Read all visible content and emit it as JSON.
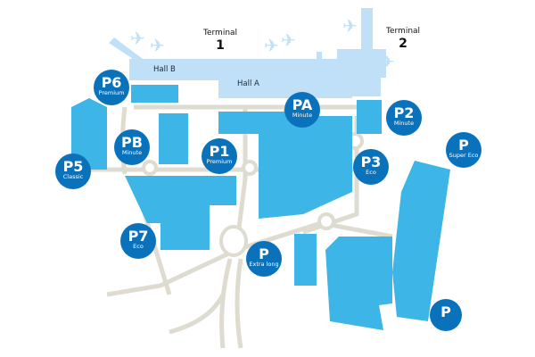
{
  "colors": {
    "parking": "#3db5e6",
    "terminal": "#bfe0f6",
    "road": "#dedcd0",
    "pin": "#0a72bb"
  },
  "terminals": [
    {
      "label": "Terminal",
      "number": "1"
    },
    {
      "label": "Terminal",
      "number": "2"
    }
  ],
  "halls": [
    {
      "label": "Hall B"
    },
    {
      "label": "Hall A"
    }
  ],
  "parkings": [
    {
      "code": "P6",
      "sub": "Premium",
      "icon": "roof-icon"
    },
    {
      "code": "PA",
      "sub": "Minute"
    },
    {
      "code": "P2",
      "sub": "Minute"
    },
    {
      "code": "PB",
      "sub": "Minute"
    },
    {
      "code": "P1",
      "sub": "Premium",
      "icon": "roof-icon"
    },
    {
      "code": "P5",
      "sub": "Classic"
    },
    {
      "code": "P3",
      "sub": "Eco"
    },
    {
      "code": "P",
      "sub": "Super Eco"
    },
    {
      "code": "P7",
      "sub": "Eco"
    },
    {
      "code": "P",
      "sub": "Extra long"
    }
  ],
  "logo": {
    "icon": "parking-plane-icon",
    "letter": "P"
  }
}
